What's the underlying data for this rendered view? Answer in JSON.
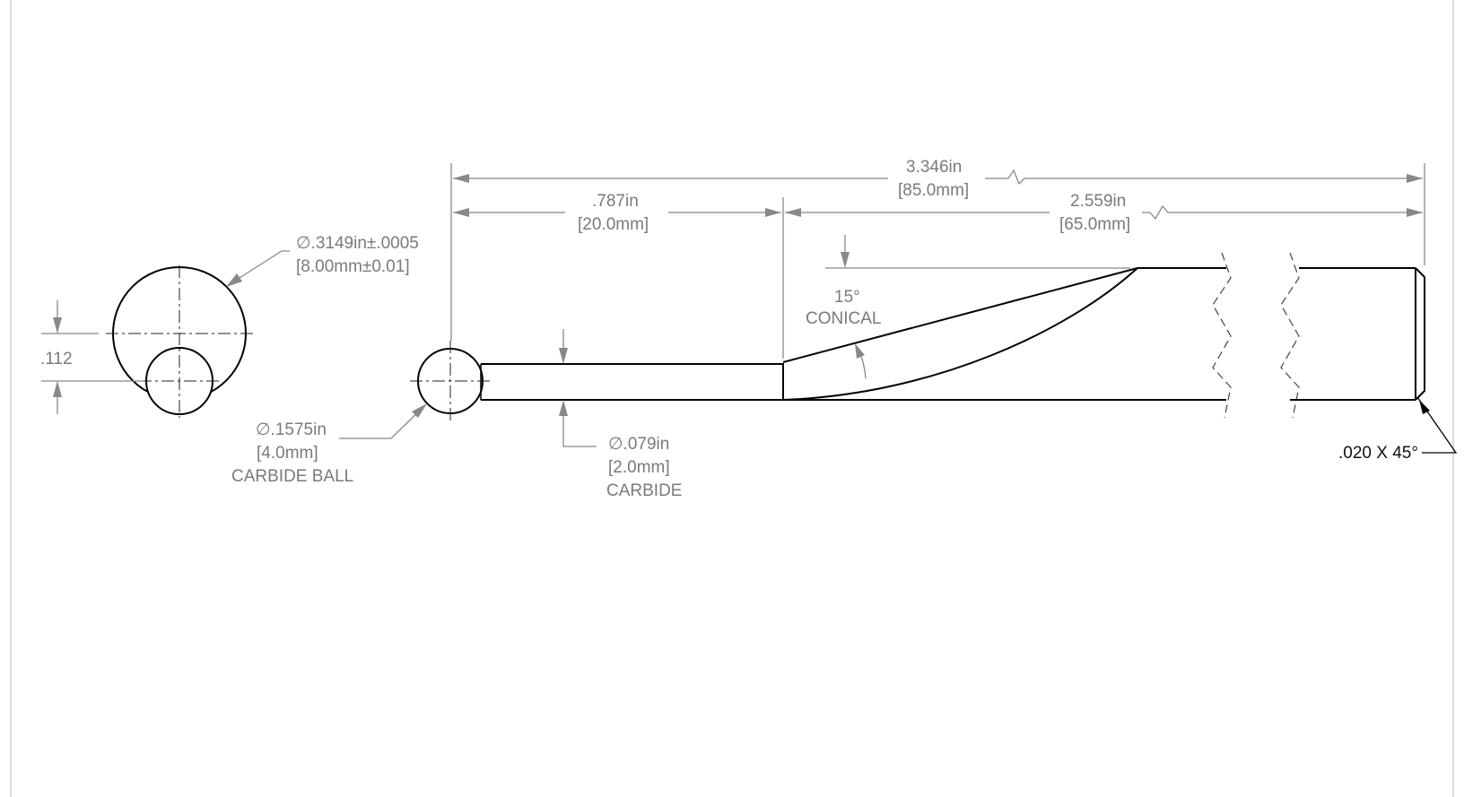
{
  "drawing": {
    "ball_view_diameter": {
      "inch": "∅.3149in±.0005",
      "mm": "[8.00mm±0.01]"
    },
    "offset": ".112",
    "ball_diameter": {
      "inch": "∅.1575in",
      "mm": "[4.0mm]",
      "note": "CARBIDE BALL"
    },
    "stem_diameter": {
      "inch": "∅.079in",
      "mm": "[2.0mm]",
      "note": "CARBIDE"
    },
    "stem_length": {
      "inch": ".787in",
      "mm": "[20.0mm]"
    },
    "overall_length": {
      "inch": "3.346in",
      "mm": "[85.0mm]"
    },
    "body_length": {
      "inch": "2.559in",
      "mm": "[65.0mm]"
    },
    "taper": {
      "angle": "15°",
      "note": "CONICAL"
    },
    "chamfer": ".020 X 45°"
  },
  "colors": {
    "line": "#000000",
    "dimension": "#888888",
    "text": "#7a7a7a"
  }
}
